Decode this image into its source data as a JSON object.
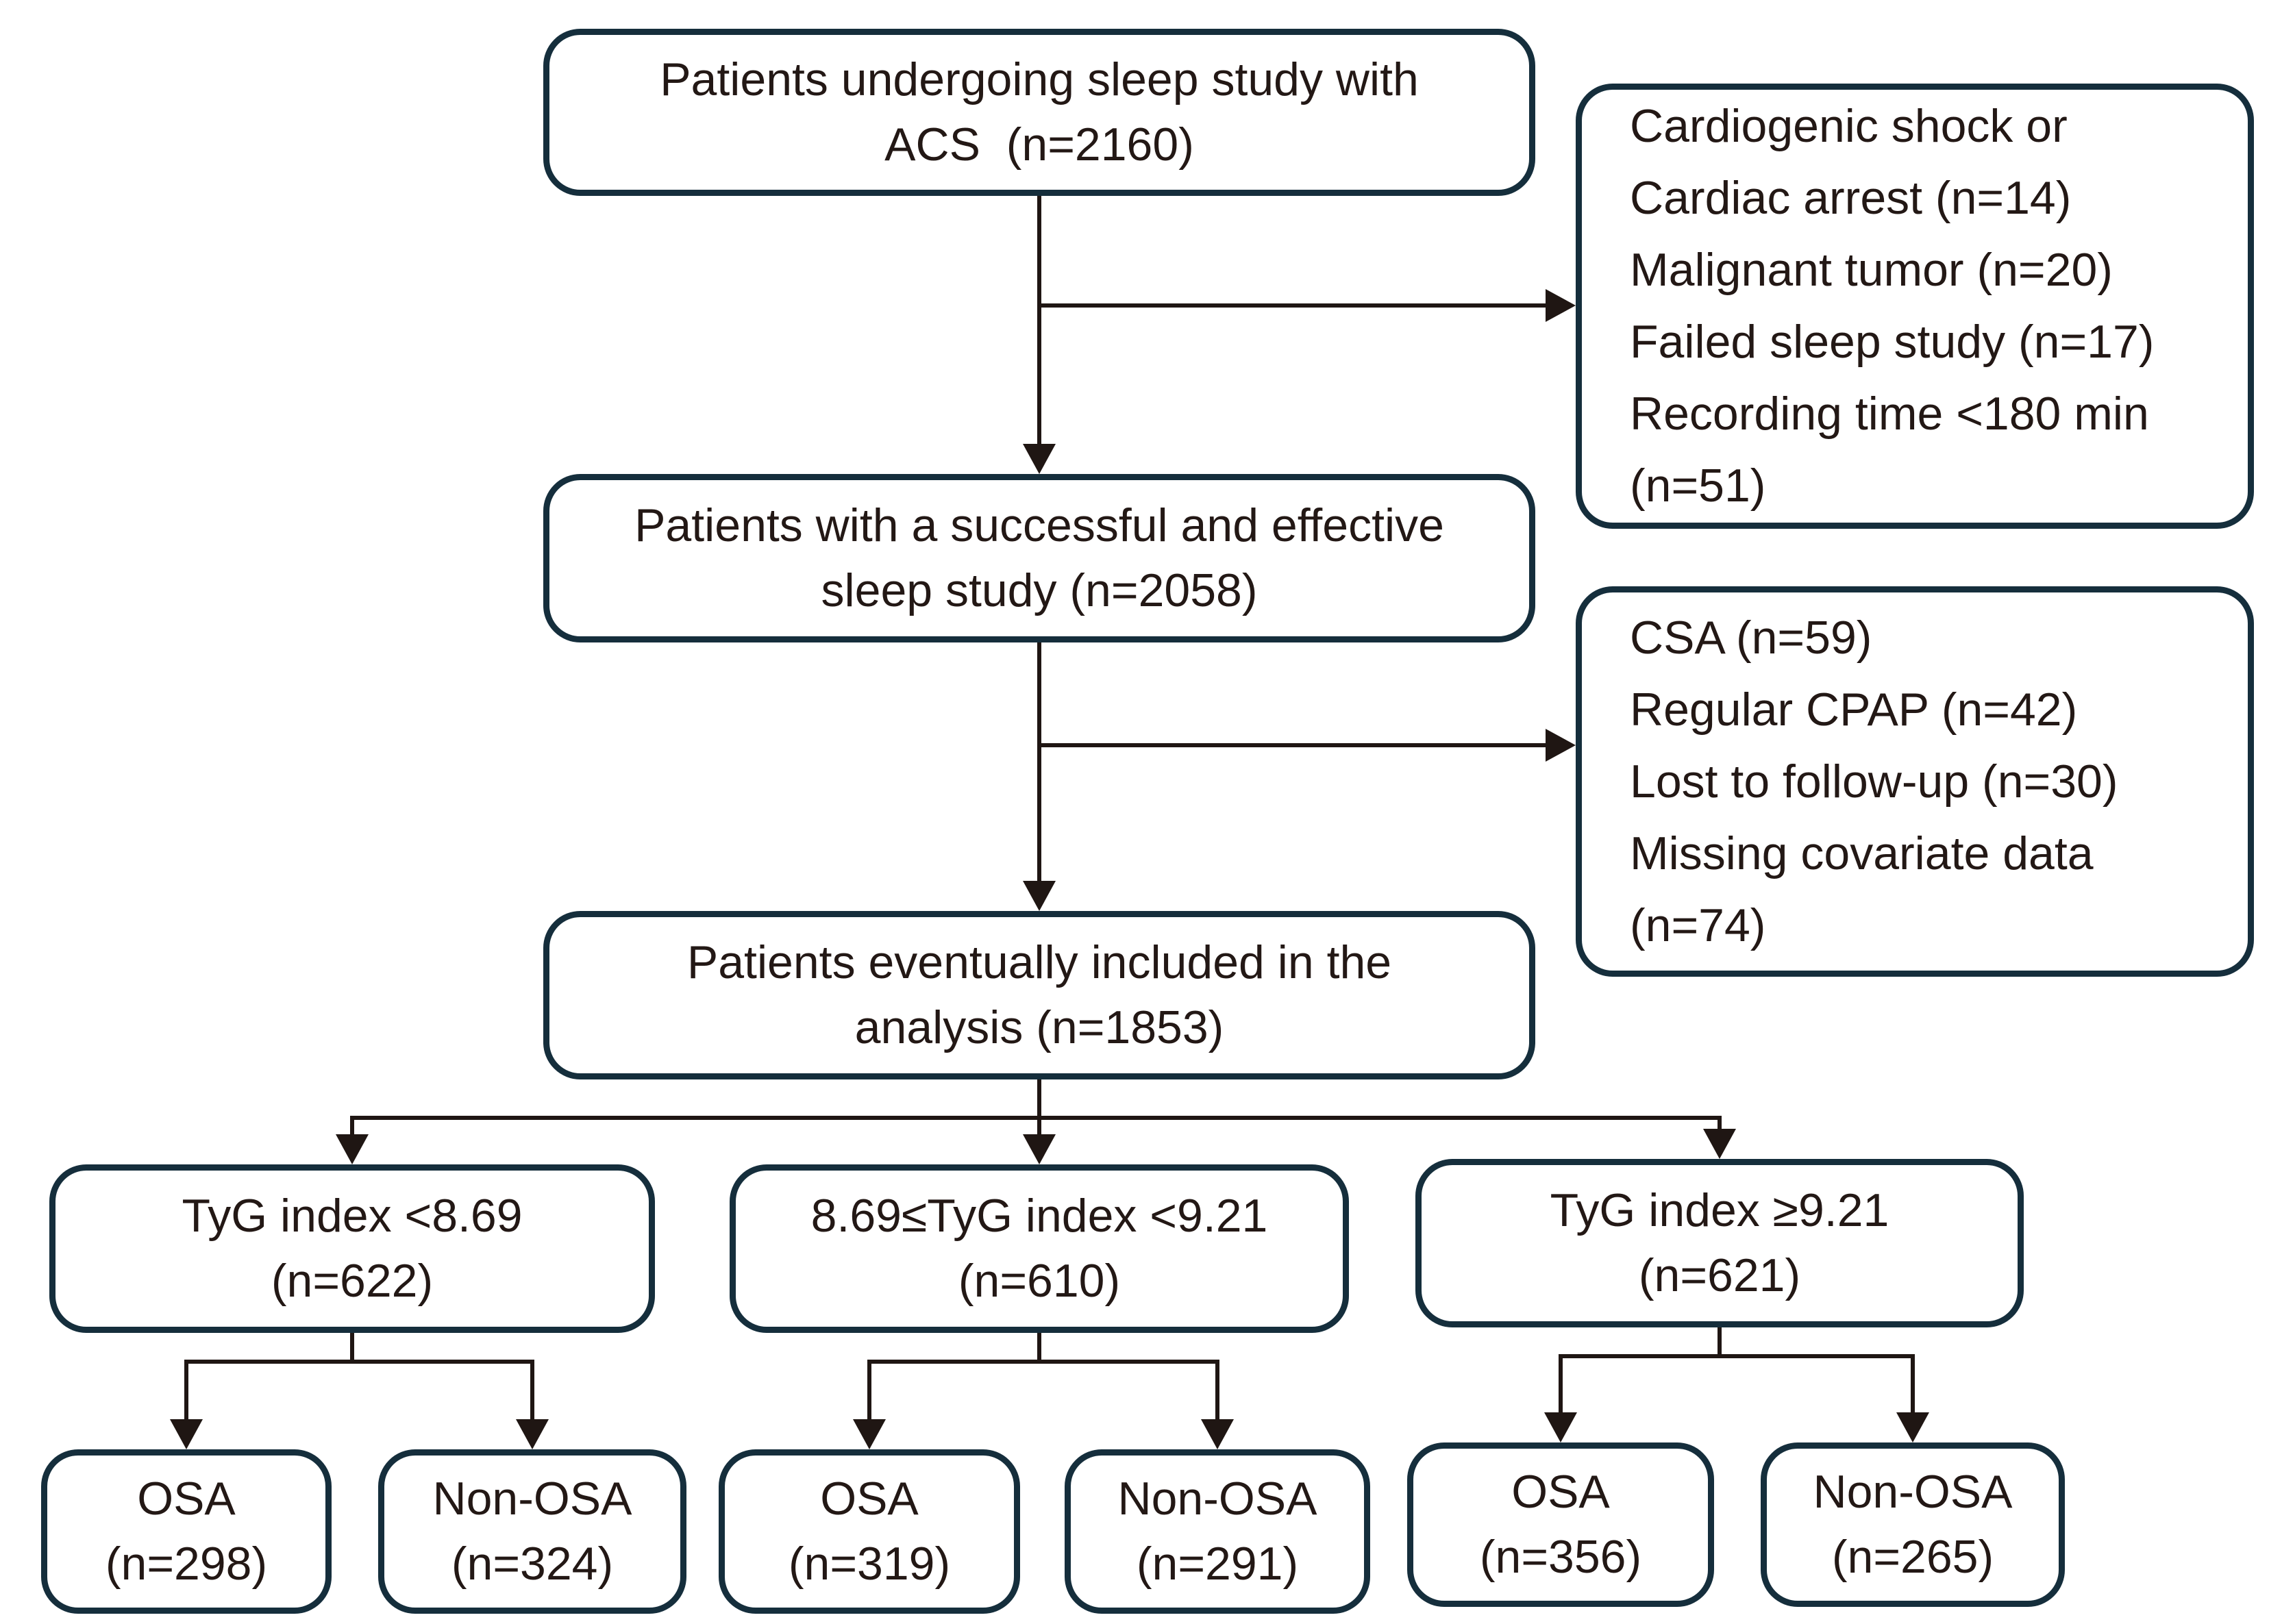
{
  "figure": {
    "description": "Patient selection flow diagram",
    "nodes": {
      "top": {
        "lines": [
          "Patients undergoing sleep study with",
          "ACS  (n=2160)"
        ]
      },
      "exclusion1": {
        "lines": [
          "Cardiogenic shock or",
          "Cardiac arrest (n=14)",
          "Malignant tumor (n=20)",
          "Failed sleep study (n=17)",
          "Recording time <180 min",
          "(n=51)"
        ]
      },
      "successful": {
        "lines": [
          "Patients with a successful and effective",
          "sleep study (n=2058)"
        ]
      },
      "exclusion2": {
        "lines": [
          "CSA (n=59)",
          "Regular CPAP (n=42)",
          "Lost to follow-up (n=30)",
          "Missing covariate data",
          "(n=74)"
        ]
      },
      "included": {
        "lines": [
          "Patients eventually included in the",
          "analysis (n=1853)"
        ]
      },
      "tyg_low": {
        "lines": [
          "TyG index <8.69",
          "(n=622)"
        ]
      },
      "tyg_mid": {
        "lines": [
          "8.69≤TyG index <9.21",
          "(n=610)"
        ]
      },
      "tyg_high": {
        "lines": [
          "TyG index ≥9.21",
          "(n=621)"
        ]
      },
      "tyg_low_osa": {
        "lines": [
          "OSA",
          "(n=298)"
        ]
      },
      "tyg_low_nonosa": {
        "lines": [
          "Non-OSA",
          "(n=324)"
        ]
      },
      "tyg_mid_osa": {
        "lines": [
          "OSA",
          "(n=319)"
        ]
      },
      "tyg_mid_nonosa": {
        "lines": [
          "Non-OSA",
          "(n=291)"
        ]
      },
      "tyg_high_osa": {
        "lines": [
          "OSA",
          "(n=356)"
        ]
      },
      "tyg_high_nonosa": {
        "lines": [
          "Non-OSA",
          "(n=265)"
        ]
      }
    }
  },
  "colors": {
    "border": "#152e3c",
    "text": "#231815",
    "line": "#1f1613",
    "background": "#ffffff"
  }
}
